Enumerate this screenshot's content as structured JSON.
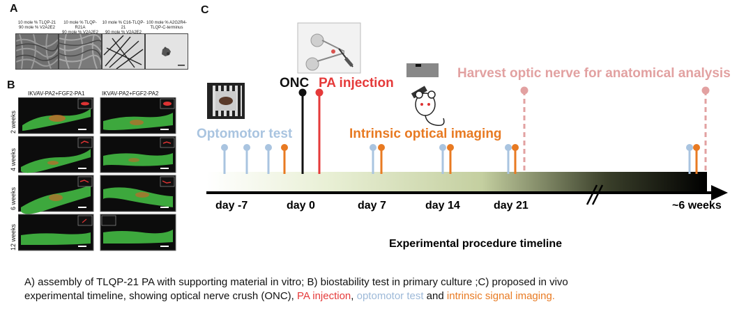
{
  "panels": {
    "a": "A",
    "b": "B",
    "c": "C"
  },
  "panel_a": {
    "images": [
      {
        "line1": "10 mole % TLQP-21",
        "line2": "90 mole % V2A2E2",
        "style": "dense-fibers"
      },
      {
        "line1": "10 mole % TLQP-R21A",
        "line2": "90 mole % V2A2E2",
        "style": "dense-fibers"
      },
      {
        "line1": "10 mole % C16-TLQP-21",
        "line2": "90 mole % V2A2E2",
        "style": "needles"
      },
      {
        "line1": "100 mole % A2G2R4-",
        "line2": "TLQP-C-terminus",
        "style": "aggregate"
      }
    ]
  },
  "panel_b": {
    "columns": [
      "IKVAV-PA2+FGF2-PA1",
      "IKVAV-PA2+FGF2-PA2"
    ],
    "rows": [
      "2 weeks",
      "4 weeks",
      "6 weeks",
      "12 weeks"
    ]
  },
  "panel_c": {
    "title": "Experimental procedure timeline",
    "days": [
      "day -7",
      "day 0",
      "day 7",
      "day 14",
      "day 21",
      "~6 weeks"
    ],
    "labels": {
      "onc": "ONC",
      "pa": "PA injection",
      "optomotor": "Optomotor test",
      "optical": "Intrinsic optical imaging",
      "harvest": "Harvest optic nerve for anatomical analysis"
    },
    "colors": {
      "onc": "#111111",
      "pa": "#e53a3a",
      "optomotor": "#a9c4e0",
      "optical": "#e87a22",
      "harvest": "#e2a1a1"
    }
  },
  "caption": {
    "line1": "A) assembly of TLQP-21 PA with supporting material in vitro; B) biostability test in primary culture ;C) proposed in vivo",
    "line2_a": "experimental timeline, showing optical nerve crush (ONC), ",
    "line2_red": "PA injection",
    "line2_b": ", ",
    "line2_blue": "optomotor test",
    "line2_c": " and ",
    "line2_orange": "intrinsic signal imaging."
  }
}
